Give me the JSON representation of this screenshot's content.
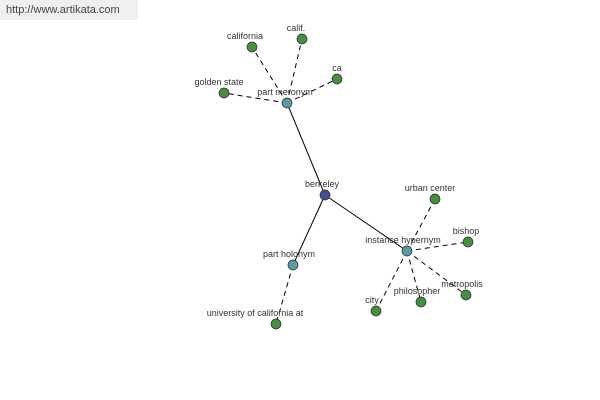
{
  "banner": {
    "url": "http://www.artikata.com"
  },
  "colors": {
    "root": "#3f4f8f",
    "relation": "#5a9aa0",
    "leaf": "#4a8c44",
    "banner_bg": "#efefef"
  },
  "graph": {
    "nodes": [
      {
        "id": "berkeley",
        "label": "berkeley",
        "kind": "root"
      },
      {
        "id": "part-meronym",
        "label": "part meronym",
        "kind": "relation"
      },
      {
        "id": "part-holonym",
        "label": "part holonym",
        "kind": "relation"
      },
      {
        "id": "instance-hypernym",
        "label": "instance hypernym",
        "kind": "relation"
      },
      {
        "id": "california",
        "label": "california",
        "kind": "leaf"
      },
      {
        "id": "calif",
        "label": "calif.",
        "kind": "leaf"
      },
      {
        "id": "ca",
        "label": "ca",
        "kind": "leaf"
      },
      {
        "id": "golden-state",
        "label": "golden state",
        "kind": "leaf"
      },
      {
        "id": "university-of-california-at",
        "label": "university of california at",
        "kind": "leaf"
      },
      {
        "id": "urban-center",
        "label": "urban center",
        "kind": "leaf"
      },
      {
        "id": "bishop",
        "label": "bishop",
        "kind": "leaf"
      },
      {
        "id": "metropolis",
        "label": "metropolis",
        "kind": "leaf"
      },
      {
        "id": "philosopher",
        "label": "philosopher",
        "kind": "leaf"
      },
      {
        "id": "city",
        "label": "city",
        "kind": "leaf"
      }
    ],
    "edges": [
      {
        "from": "berkeley",
        "to": "part-meronym",
        "style": "solid"
      },
      {
        "from": "berkeley",
        "to": "part-holonym",
        "style": "solid"
      },
      {
        "from": "berkeley",
        "to": "instance-hypernym",
        "style": "solid"
      },
      {
        "from": "part-meronym",
        "to": "california",
        "style": "dashed"
      },
      {
        "from": "part-meronym",
        "to": "calif",
        "style": "dashed"
      },
      {
        "from": "part-meronym",
        "to": "ca",
        "style": "dashed"
      },
      {
        "from": "part-meronym",
        "to": "golden-state",
        "style": "dashed"
      },
      {
        "from": "part-holonym",
        "to": "university-of-california-at",
        "style": "dashed"
      },
      {
        "from": "instance-hypernym",
        "to": "urban-center",
        "style": "dashed"
      },
      {
        "from": "instance-hypernym",
        "to": "bishop",
        "style": "dashed"
      },
      {
        "from": "instance-hypernym",
        "to": "metropolis",
        "style": "dashed"
      },
      {
        "from": "instance-hypernym",
        "to": "philosopher",
        "style": "dashed"
      },
      {
        "from": "instance-hypernym",
        "to": "city",
        "style": "dashed"
      }
    ]
  }
}
